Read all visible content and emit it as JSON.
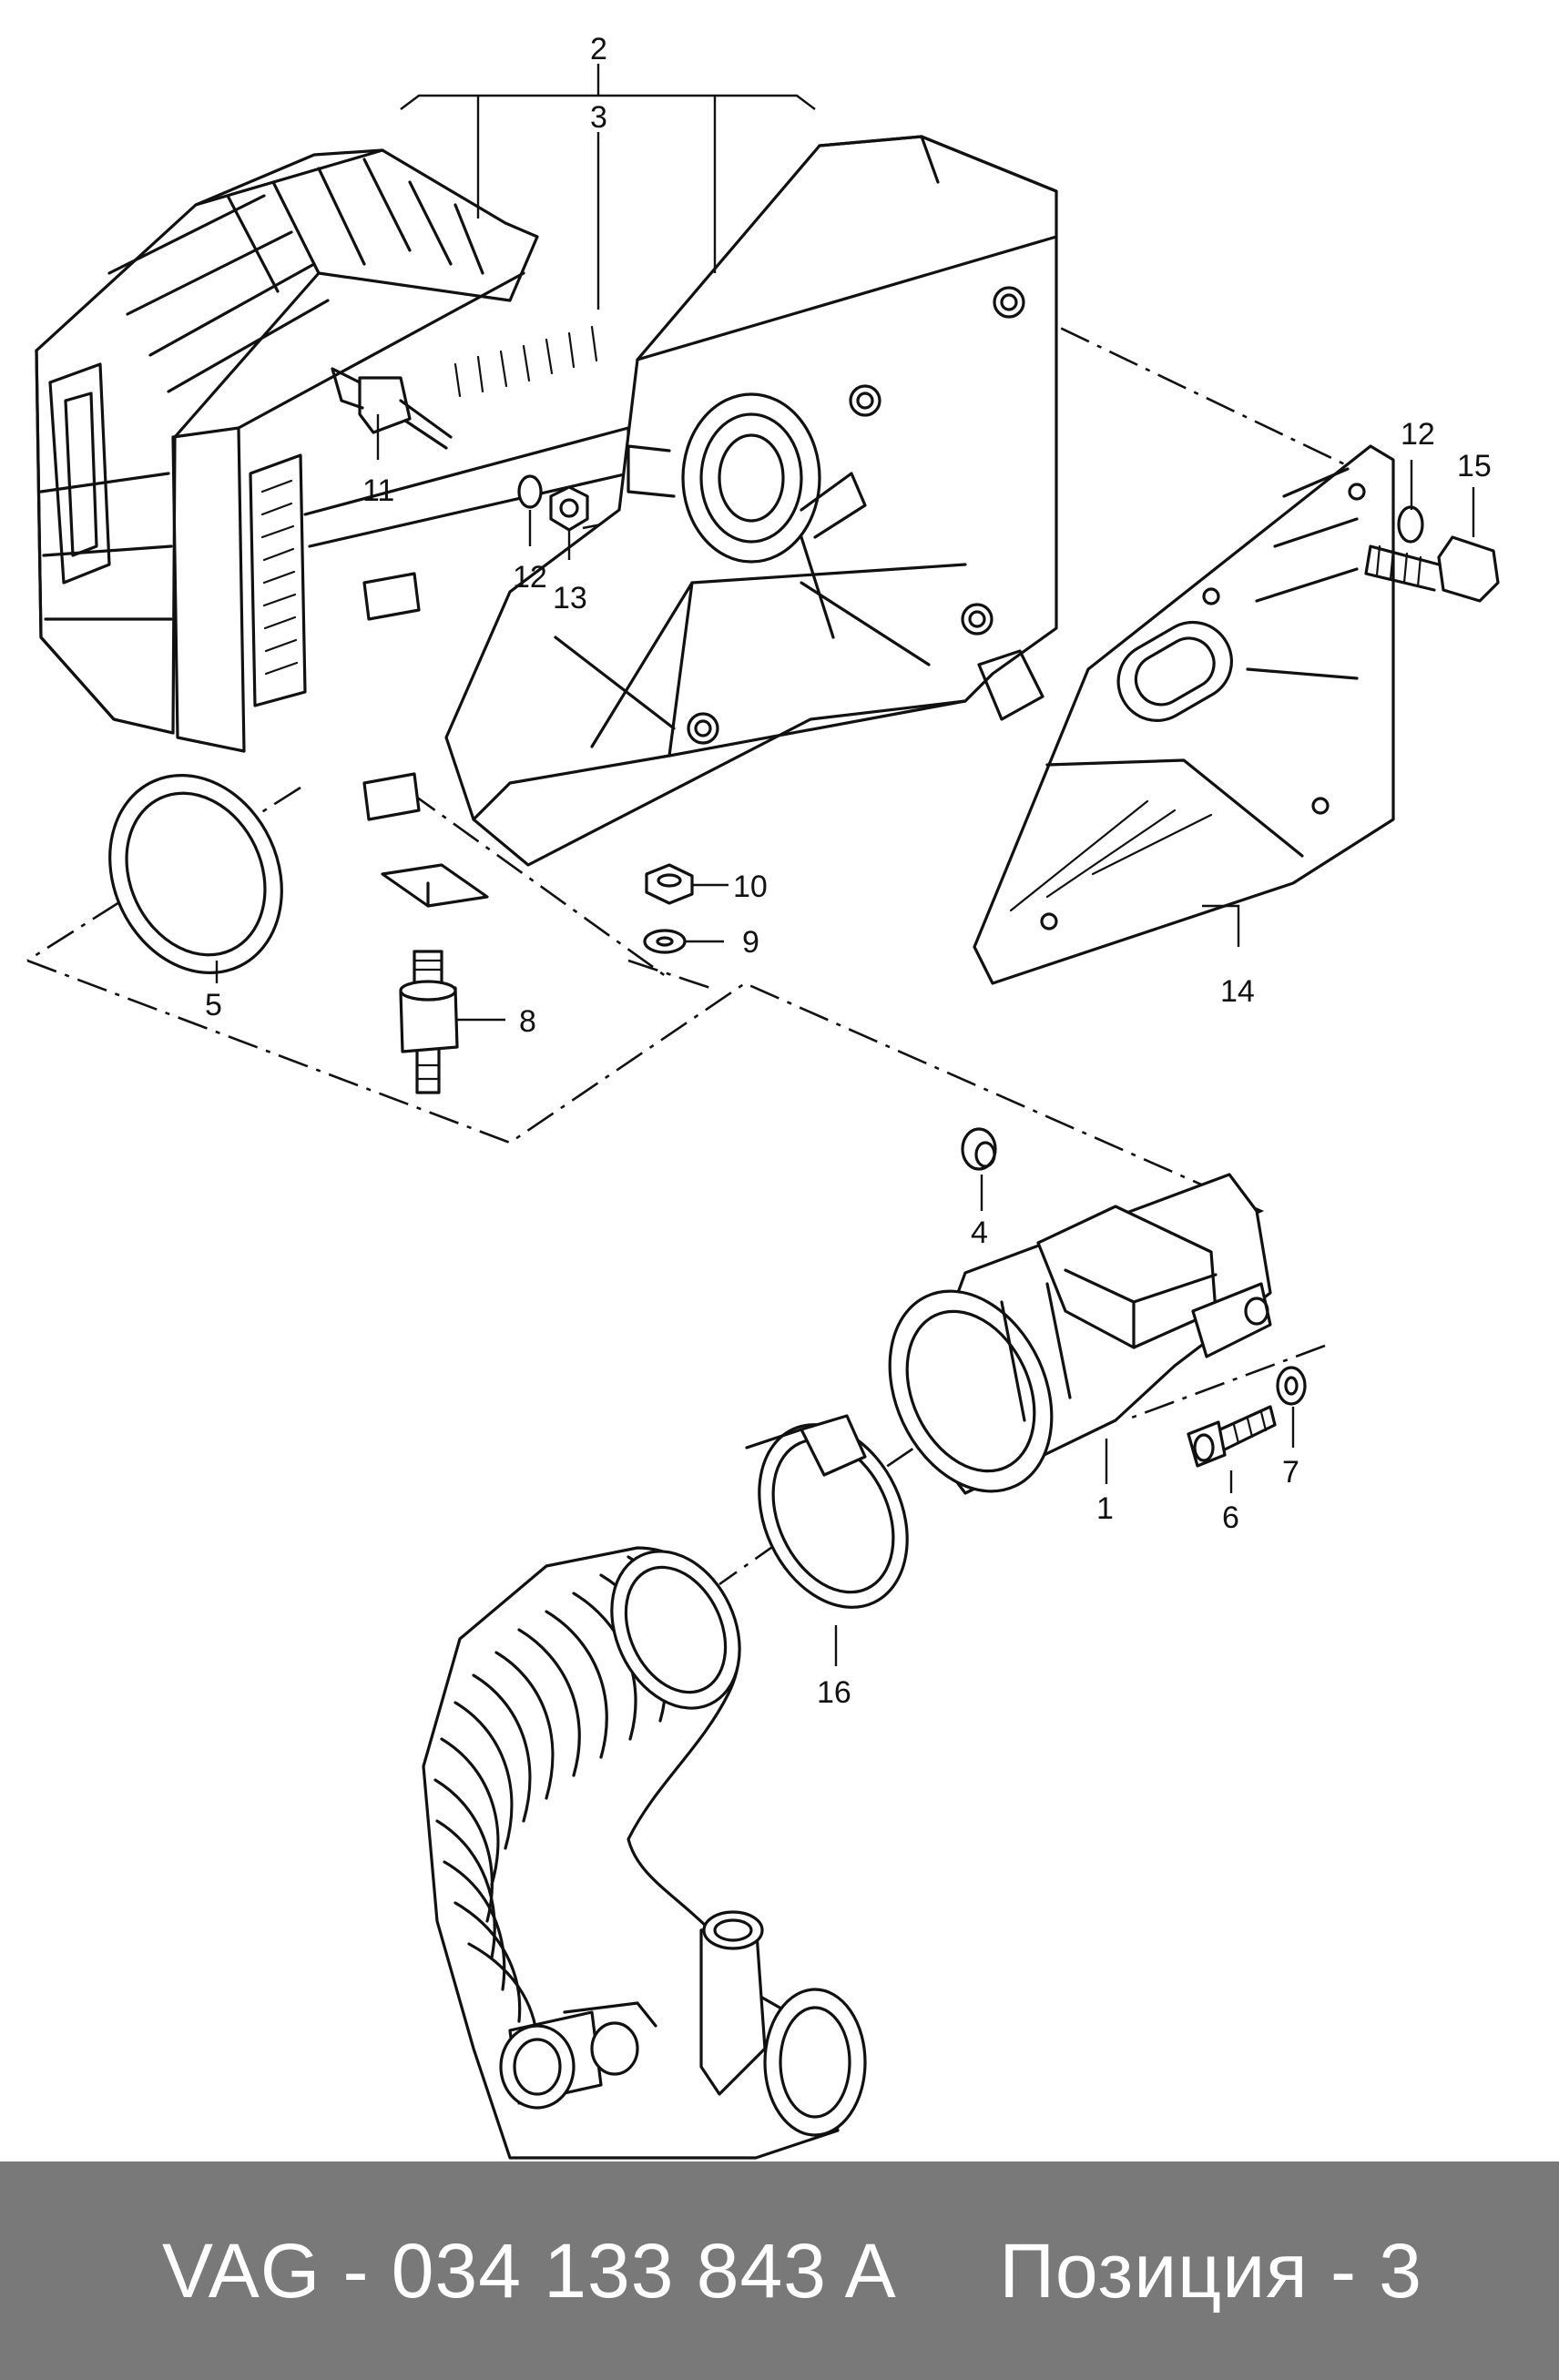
{
  "diagram": {
    "callouts": [
      "1",
      "2",
      "3",
      "4",
      "5",
      "6",
      "7",
      "8",
      "9",
      "10",
      "11",
      "12",
      "12",
      "13",
      "14",
      "15",
      "16"
    ]
  },
  "caption": {
    "part_number": "VAG - 034 133 843 A",
    "position": "Позиция - 3"
  },
  "colors": {
    "caption_background": "#797979",
    "caption_text": "#ffffff",
    "line_art": "#111111"
  }
}
